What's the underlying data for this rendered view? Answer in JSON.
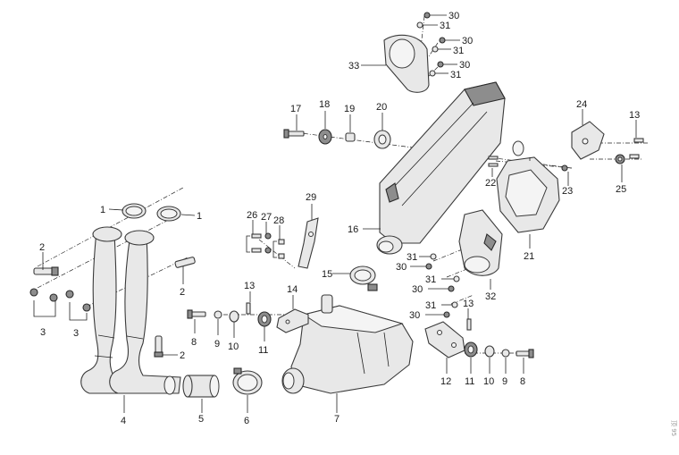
{
  "labels": {
    "n1": "1",
    "n2": "2",
    "n3": "3",
    "n4": "4",
    "n5": "5",
    "n6": "6",
    "n7": "7",
    "n8": "8",
    "n9": "9",
    "n10": "10",
    "n11": "11",
    "n12": "12",
    "n13": "13",
    "n14": "14",
    "n15": "15",
    "n16": "16",
    "n17": "17",
    "n18": "18",
    "n19": "19",
    "n20": "20",
    "n21": "21",
    "n22": "22",
    "n23": "23",
    "n24": "24",
    "n25": "25",
    "n26": "26",
    "n27": "27",
    "n28": "28",
    "n29": "29",
    "n30": "30",
    "n31": "31",
    "n32": "32",
    "n33": "33"
  },
  "watermark": "顶 95",
  "colors": {
    "line": "#222222",
    "metal": "#e8e8e8",
    "shade": "#8d8d8d"
  }
}
